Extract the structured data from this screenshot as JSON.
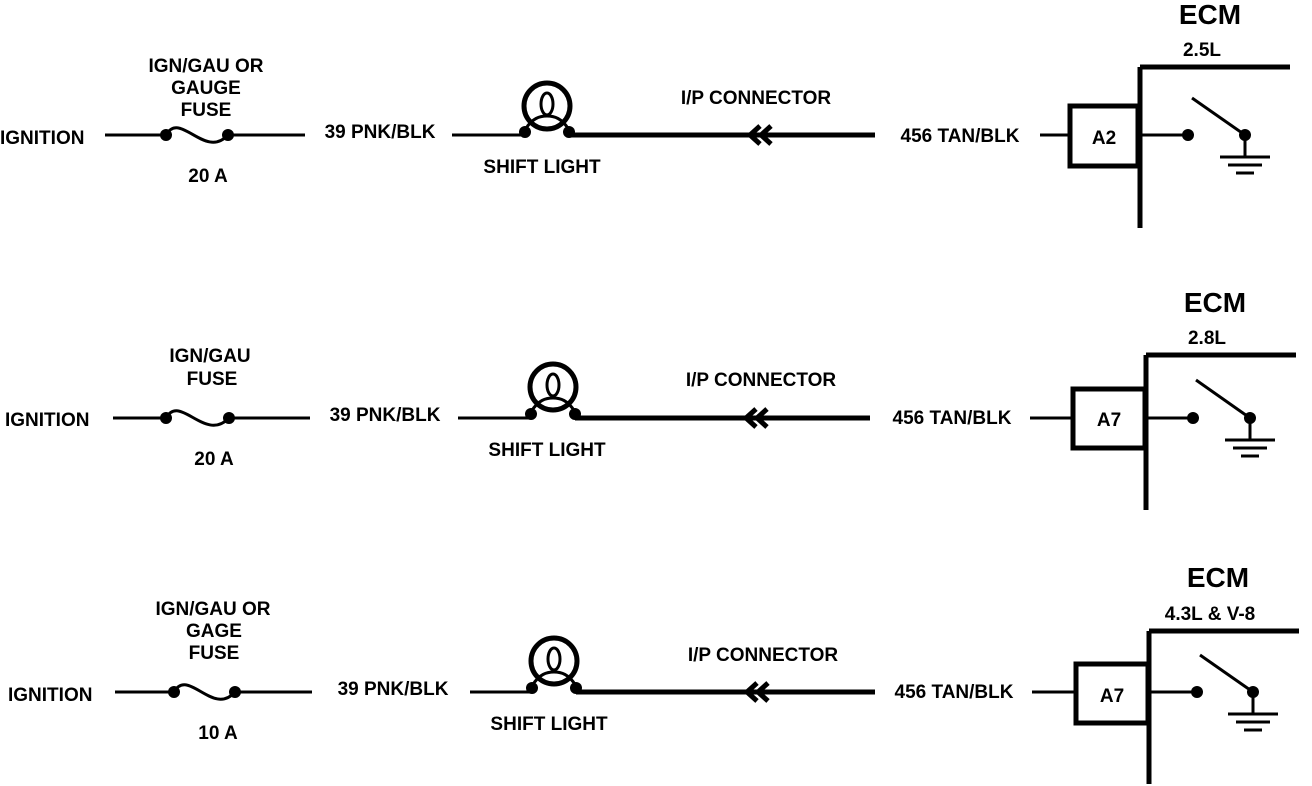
{
  "diagrams": [
    {
      "ignition": "IGNITION",
      "fuse_lines": [
        "IGN/GAU OR",
        "GAUGE",
        "FUSE"
      ],
      "fuse_rating": "20 A",
      "wire_in": "39 PNK/BLK",
      "lamp": "SHIFT LIGHT",
      "connector": "I/P CONNECTOR",
      "wire_out": "456 TAN/BLK",
      "pin": "A2",
      "ecm": "ECM",
      "engine": "2.5L"
    },
    {
      "ignition": "IGNITION",
      "fuse_lines": [
        "IGN/GAU",
        "FUSE"
      ],
      "fuse_rating": "20 A",
      "wire_in": "39 PNK/BLK",
      "lamp": "SHIFT LIGHT",
      "connector": "I/P CONNECTOR",
      "wire_out": "456 TAN/BLK",
      "pin": "A7",
      "ecm": "ECM",
      "engine": "2.8L"
    },
    {
      "ignition": "IGNITION",
      "fuse_lines": [
        "IGN/GAU OR",
        "GAGE",
        "FUSE"
      ],
      "fuse_rating": "10 A",
      "wire_in": "39 PNK/BLK",
      "lamp": "SHIFT LIGHT",
      "connector": "I/P CONNECTOR",
      "wire_out": "456 TAN/BLK",
      "pin": "A7",
      "ecm": "ECM",
      "engine": "4.3L & V-8"
    }
  ]
}
